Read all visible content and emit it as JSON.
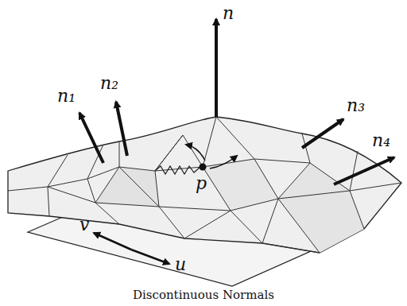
{
  "diagram": {
    "caption": "Discontinuous Normals",
    "labels": [
      "n",
      "n₁",
      "n₂",
      "n₃",
      "n₄",
      "p",
      "v",
      "u"
    ]
  }
}
